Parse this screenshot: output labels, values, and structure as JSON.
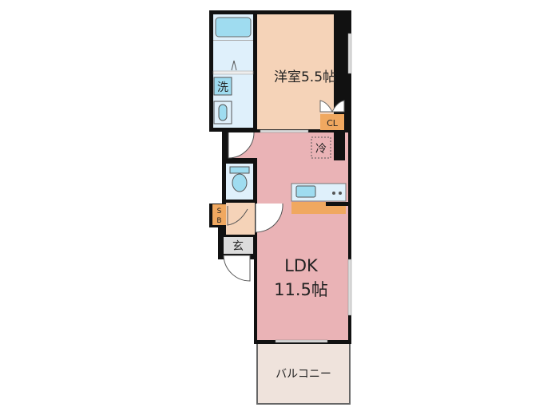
{
  "rooms": {
    "western": {
      "label": "洋室5.5帖",
      "color": "#f5d3b8"
    },
    "ldk": {
      "label_1": "LDK",
      "label_2": "11.5帖",
      "color": "#eab3b6"
    },
    "closet": {
      "label": "CL",
      "color": "#f0a860"
    },
    "fridge": {
      "label": "冷"
    },
    "washer": {
      "label": "洗"
    },
    "shoe_box": {
      "label_1": "S",
      "label_2": "B",
      "color": "#f0a860"
    },
    "entrance": {
      "label": "玄",
      "color": "#dcdcdc"
    },
    "balcony": {
      "label": "バルコニー",
      "color": "#efe3dc"
    },
    "bath": {
      "color": "#dff0fb"
    },
    "fixture": {
      "color": "#9fdcf0"
    }
  }
}
